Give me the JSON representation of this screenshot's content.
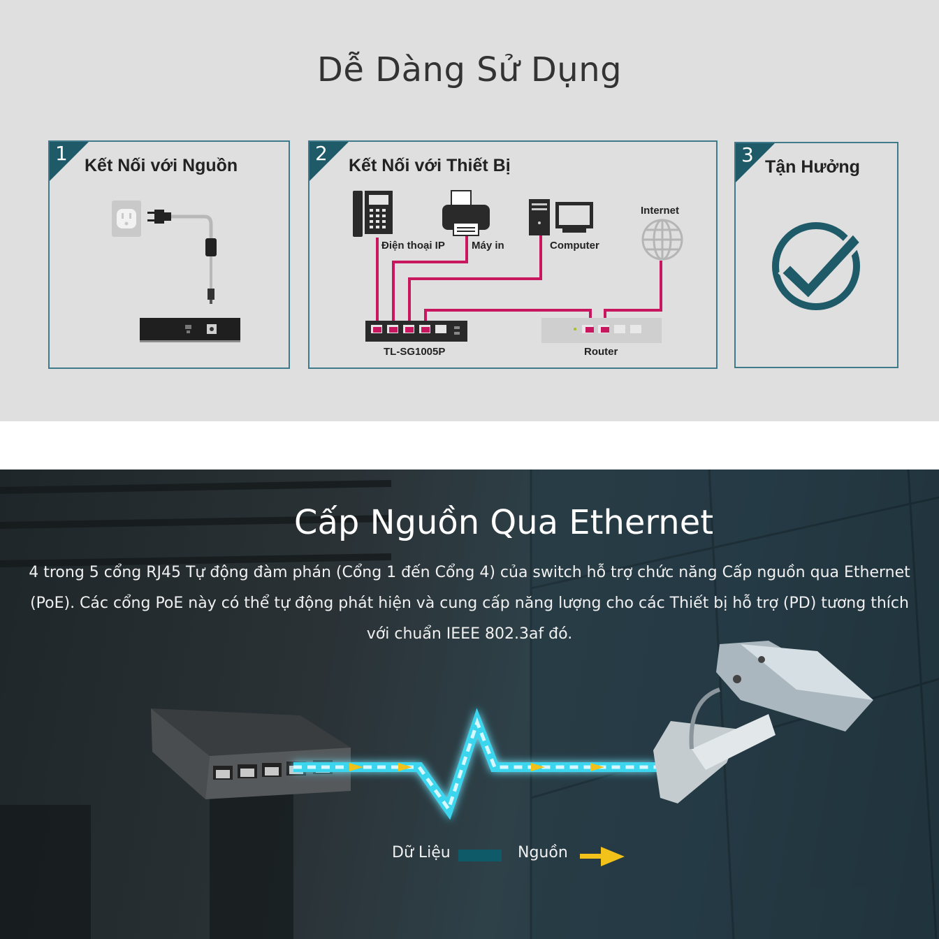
{
  "section1": {
    "title": "Dễ Dàng Sử Dụng",
    "cards": [
      {
        "number": "1",
        "title": "Kết Nối với Nguồn"
      },
      {
        "number": "2",
        "title": "Kết Nối với Thiết Bị",
        "devices": {
          "phone": "Điện thoại IP",
          "printer": "Máy in",
          "computer": "Computer",
          "internet": "Internet",
          "switch": "TL-SG1005P",
          "router": "Router"
        }
      },
      {
        "number": "3",
        "title": "Tận Hưởng"
      }
    ],
    "colors": {
      "accent": "#1e5a68",
      "cable": "#c8175f",
      "border": "#3f7a8a"
    }
  },
  "section2": {
    "title": "Cấp Nguồn Qua Ethernet",
    "description": "4 trong 5 cổng RJ45 Tự động đàm phán (Cổng 1 đến Cổng 4) của switch hỗ trợ chức năng Cấp nguồn qua Ethernet (PoE). Các cổng PoE này có thể tự động phát hiện và cung cấp năng lượng cho các Thiết bị hỗ trợ (PD) tương thích với chuẩn IEEE 802.3af đó.",
    "legend": {
      "data": "Dữ Liệu",
      "power": "Nguồn"
    },
    "colors": {
      "data": "#0f5a68",
      "power": "#f2c21a",
      "glow": "#3ad6ee"
    }
  }
}
